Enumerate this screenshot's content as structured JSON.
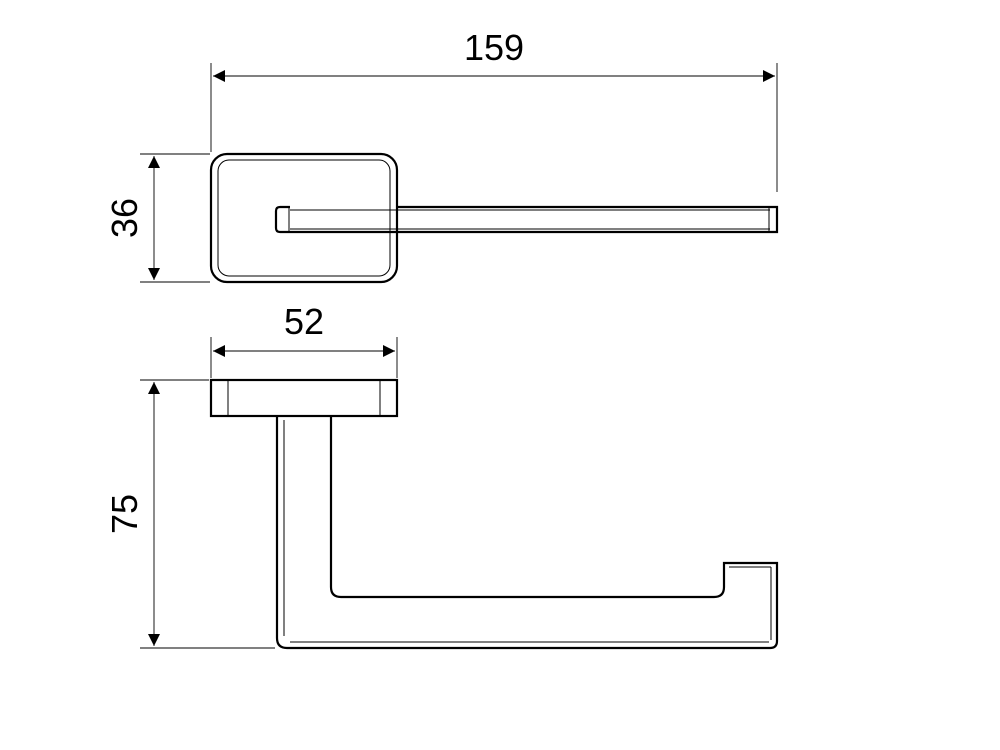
{
  "dimensions": {
    "overall_length": "159",
    "plate_height": "36",
    "plate_width": "52",
    "projection": "75"
  }
}
